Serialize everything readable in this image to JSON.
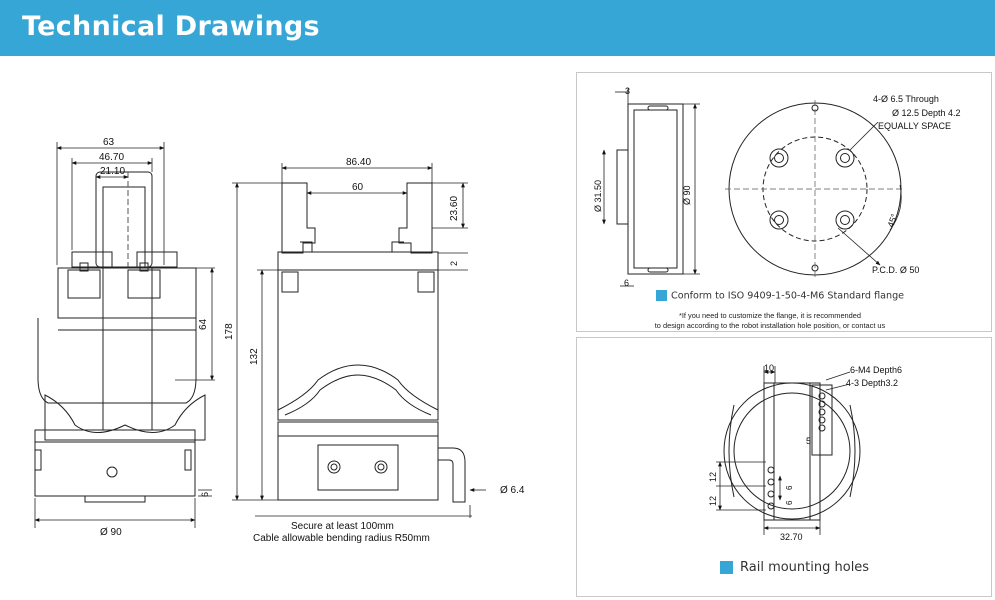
{
  "page_title": "Technical Drawings",
  "colors": {
    "accent": "#35a6d6",
    "line": "#222222",
    "panel_border": "#c8c8c8"
  },
  "front_view": {
    "dim_width_top": "63",
    "dim_finger_outer": "46.70",
    "dim_finger_inner": "21.10",
    "dim_body_height": "64",
    "dim_base_diameter": "Ø 90",
    "dim_base_step": "6"
  },
  "side_view": {
    "dim_open_stroke": "86.40",
    "dim_closed_stroke": "60",
    "dim_finger_height": "23.60",
    "dim_gap": "2",
    "dim_total_height": "178",
    "dim_body_length": "132",
    "dim_cable_diameter": "Ø 6.4",
    "cable_note_line1": "Secure at least 100mm",
    "cable_note_line2": "Cable allowable bending radius R50mm"
  },
  "flange": {
    "dim_thickness": "3",
    "dim_spigot": "Ø 31.50",
    "dim_outer": "Ø 90",
    "dim_rim": "6",
    "hole_note_line1": "4-Ø 6.5 Through",
    "hole_note_line2": "Ø 12.5 Depth 4.2",
    "hole_note_line3": "EQUALLY SPACE",
    "angle_label": "45°",
    "pcd_label": "P.C.D.  Ø 50",
    "legend": "Conform to ISO 9409-1-50-4-M6 Standard flange",
    "note_line1": "*If you need to customize the flange, it is recommended",
    "note_line2": "to design  according to the robot installation hole position, or contact us"
  },
  "rail": {
    "dim_top": "10",
    "thread_note_line1": "6-M4 Depth6",
    "thread_note_line2": "4-3 Depth3.2",
    "dim_offset": "5",
    "dim_pitch": "12",
    "dim_pitch_2": "12",
    "dim_small": "6",
    "dim_small_2": "6",
    "dim_width": "32.70",
    "legend": "Rail mounting holes"
  }
}
